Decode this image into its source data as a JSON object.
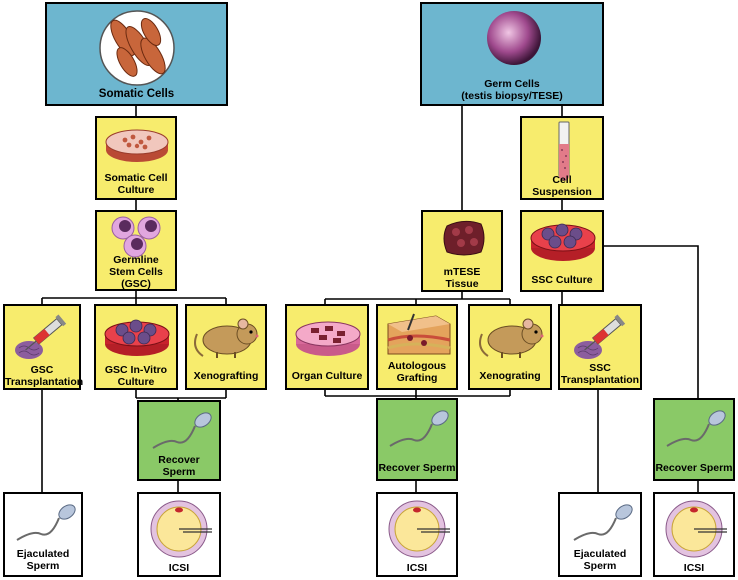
{
  "top": {
    "somatic": "Somatic Cells",
    "germ": "Germ Cells\n(testis biopsy/TESE)"
  },
  "steps": {
    "somatic_culture": "Somatic Cell\nCulture",
    "gsc": "Germline\nStem Cells\n(GSC)",
    "cell_suspension": "Cell\nSuspension",
    "mtese": "mTESE\nTissue",
    "ssc_culture": "SSC Culture"
  },
  "methods": {
    "gsc_transplant": "GSC\nTransplantation",
    "gsc_invitro": "GSC In-Vitro\nCulture",
    "xenografting": "Xenografting",
    "organ_culture": "Organ Culture",
    "autologous": "Autologous\nGrafting",
    "xenograting": "Xenograting",
    "ssc_transplant": "SSC\nTransplantation"
  },
  "recover": {
    "r1": "Recover\nSperm",
    "r2": "Recover Sperm",
    "r3": "Recover Sperm"
  },
  "outcomes": {
    "ejac1": "Ejaculated\nSperm",
    "icsi1": "ICSI",
    "icsi2": "ICSI",
    "ejac2": "Ejaculated\nSperm",
    "icsi3": "ICSI"
  },
  "colors": {
    "blue": "#6db6cf",
    "yellow": "#f7ec6d",
    "green": "#8ac967",
    "dish_red": "#d83a3a",
    "cell_purple": "#6b3f6e"
  }
}
